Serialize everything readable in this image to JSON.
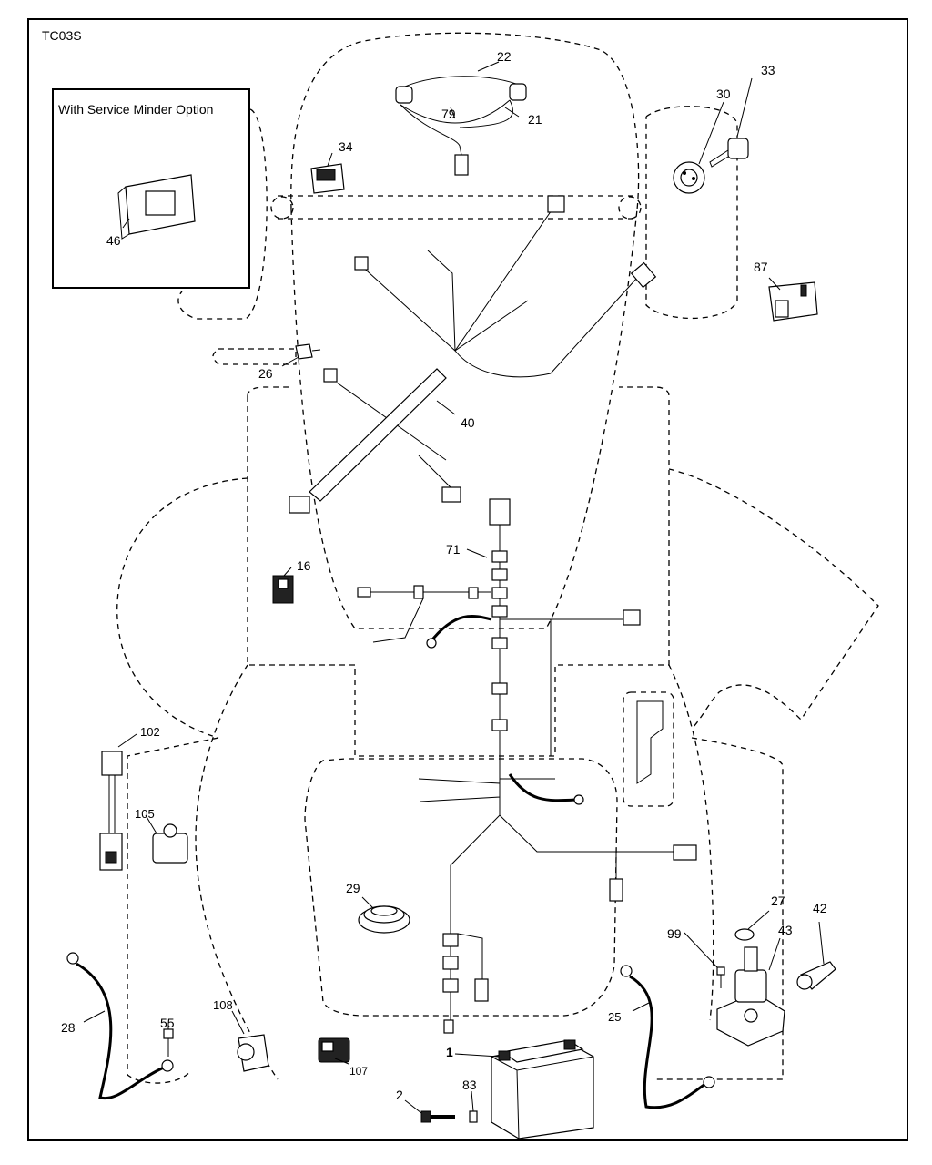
{
  "diagram_code": "TC03S",
  "inset_title": "With Service Minder Option",
  "callouts": {
    "c1": "1",
    "c2": "2",
    "c16": "16",
    "c21": "21",
    "c22": "22",
    "c25": "25",
    "c26": "26",
    "c27": "27",
    "c28": "28",
    "c29": "29",
    "c30": "30",
    "c33": "33",
    "c34": "34",
    "c40": "40",
    "c42": "42",
    "c43": "43",
    "c46": "46",
    "c55": "55",
    "c71": "71",
    "c79": "79",
    "c83": "83",
    "c87": "87",
    "c99": "99",
    "c102": "102",
    "c105": "105",
    "c107": "107",
    "c108": "108"
  }
}
